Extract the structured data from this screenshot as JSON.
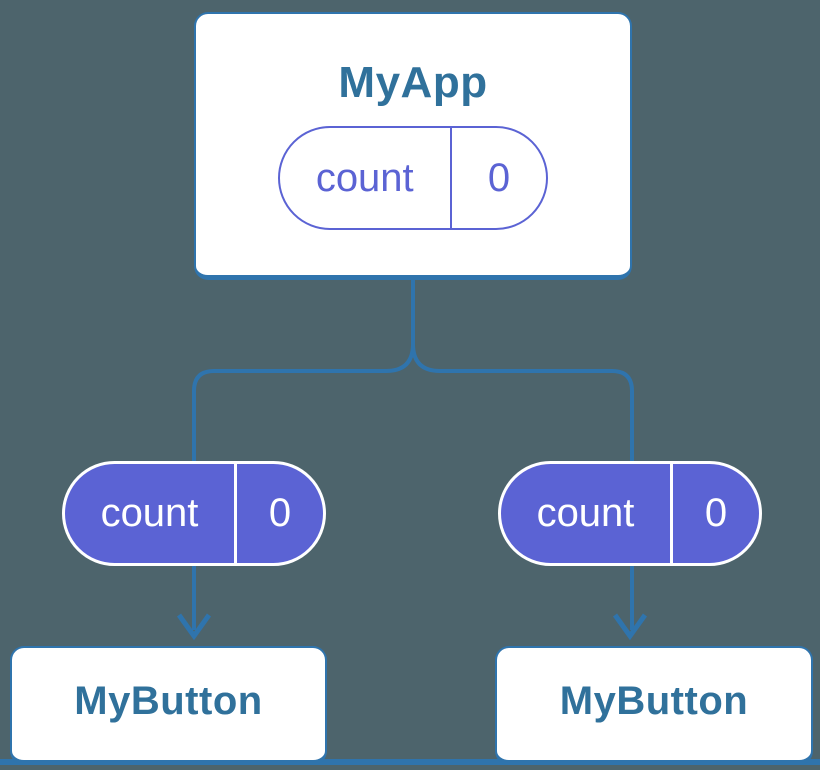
{
  "colors": {
    "bg": "#4D646C",
    "line": "#2F74AD",
    "purple": "#5B63D4",
    "title-text": "#30719B",
    "card-bg": "#FFFFFF",
    "pill-text": "#FFFFFF"
  },
  "diagram_type": "react-component-tree",
  "app": {
    "title": "MyApp",
    "state": {
      "label": "count",
      "value": "0"
    }
  },
  "children": [
    {
      "title": "MyButton",
      "state": {
        "label": "count",
        "value": "0"
      }
    },
    {
      "title": "MyButton",
      "state": {
        "label": "count",
        "value": "0"
      }
    }
  ]
}
